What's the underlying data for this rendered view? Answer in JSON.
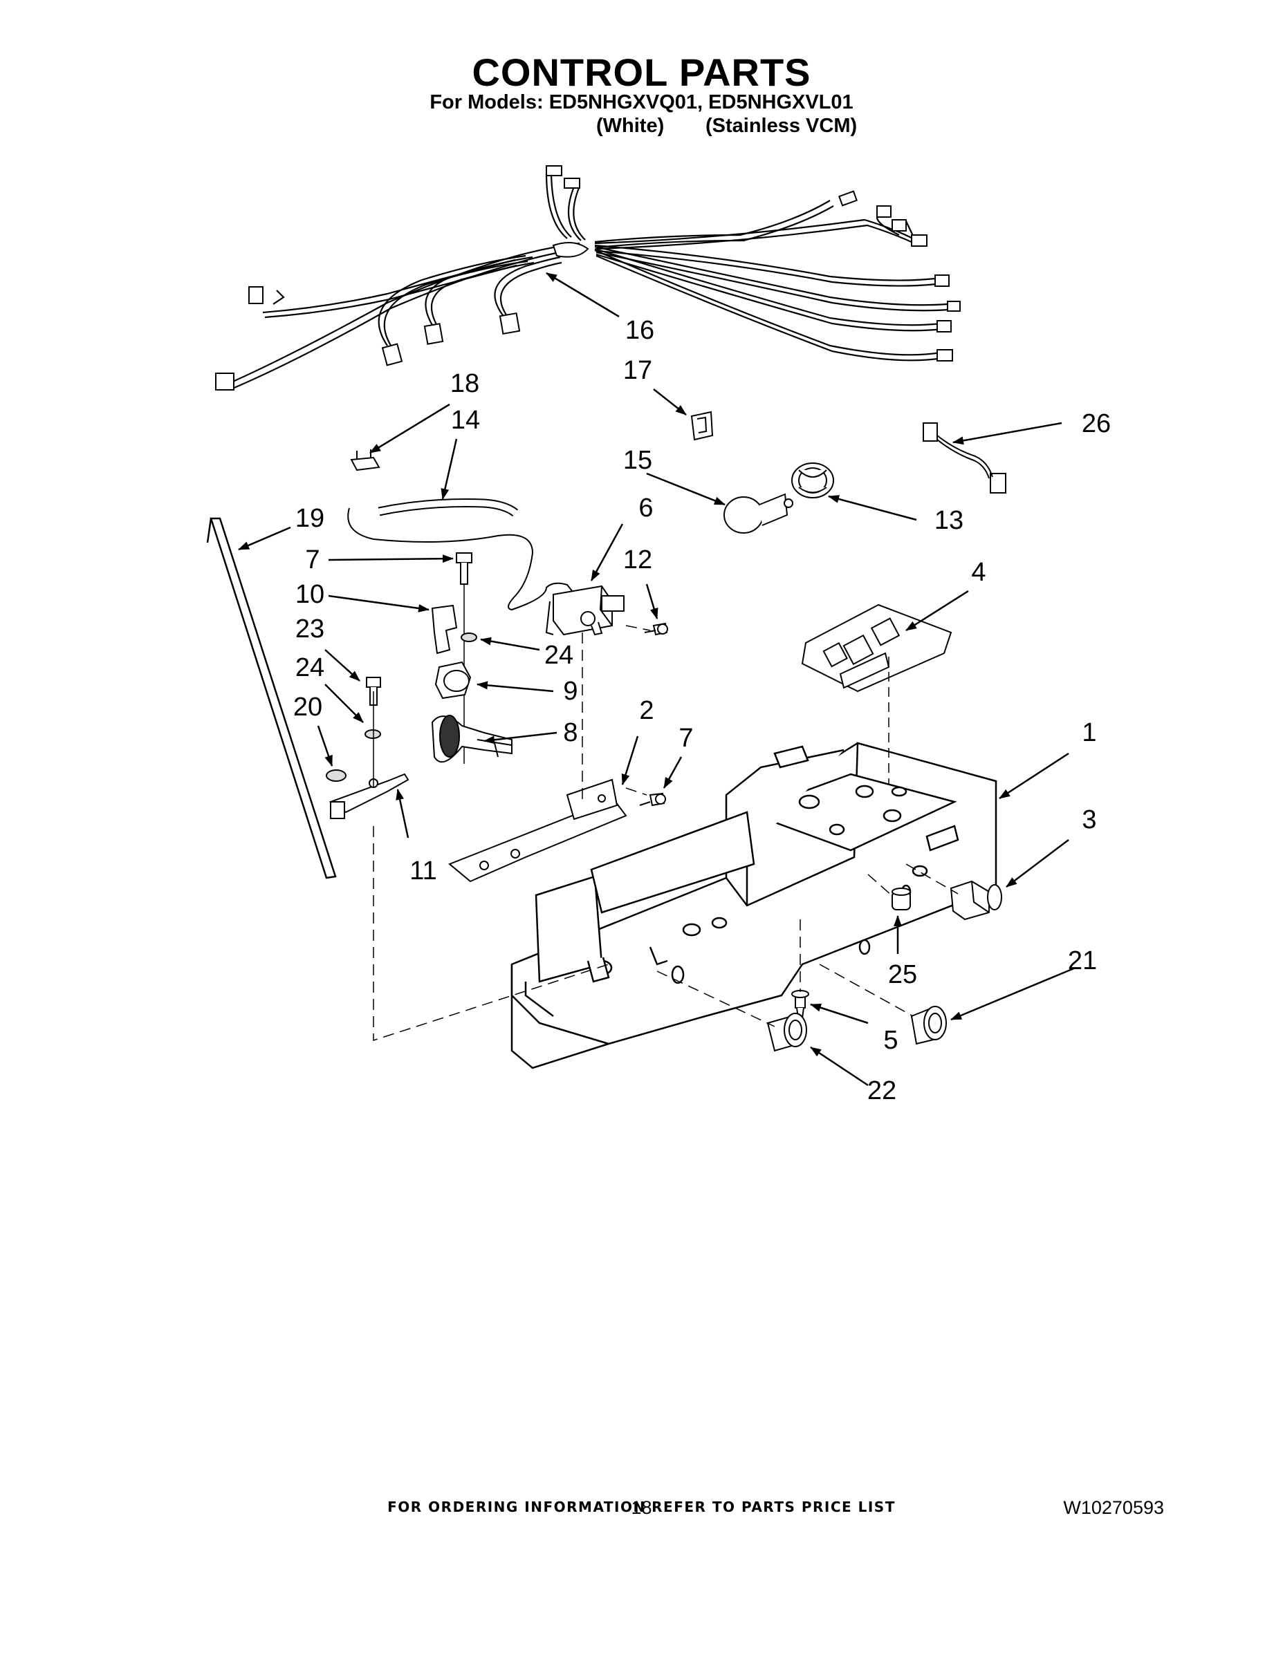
{
  "header": {
    "title": "CONTROL PARTS",
    "models_line": "For Models: ED5NHGXVQ01, ED5NHGXVL01",
    "variant_white": "(White)",
    "variant_stainless": "(Stainless VCM)"
  },
  "callouts": [
    "1",
    "2",
    "3",
    "4",
    "5",
    "6",
    "7",
    "7",
    "8",
    "9",
    "10",
    "11",
    "12",
    "13",
    "14",
    "15",
    "16",
    "17",
    "18",
    "19",
    "20",
    "21",
    "22",
    "23",
    "24",
    "24",
    "25",
    "26"
  ],
  "footer": {
    "ordering_note": "FOR ORDERING INFORMATION REFER TO PARTS PRICE LIST",
    "page_number": "18",
    "document_number": "W10270593"
  }
}
